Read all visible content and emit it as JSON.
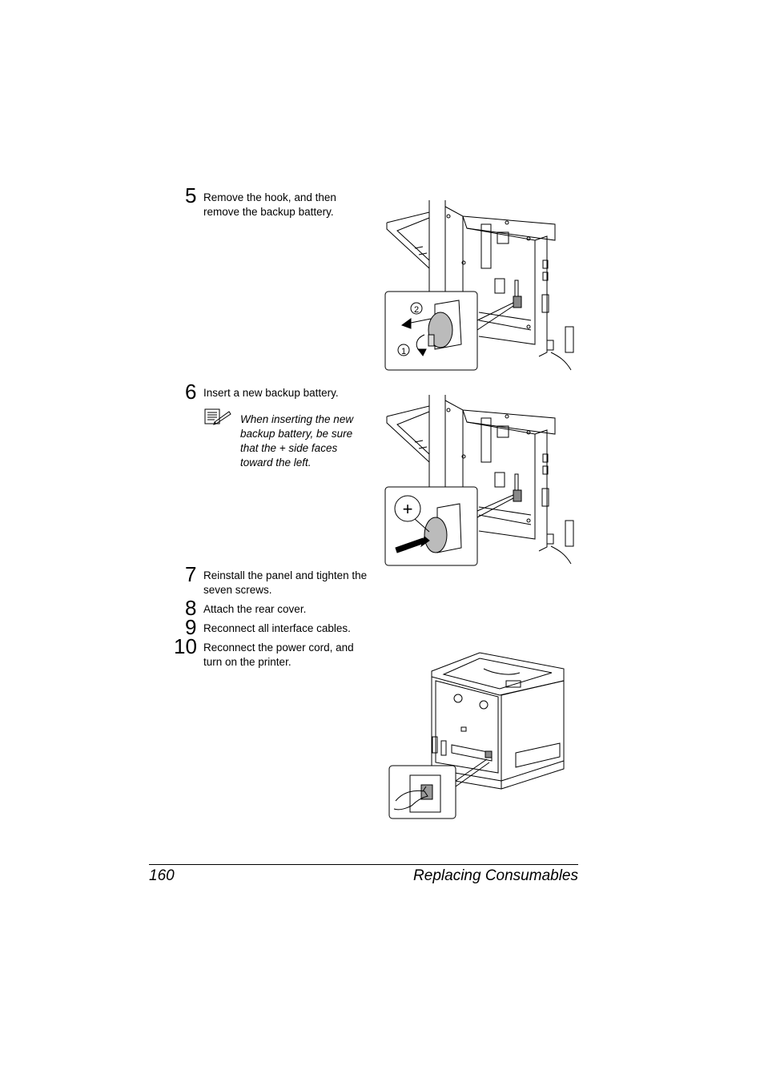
{
  "steps": [
    {
      "number": "5",
      "text": "Remove the hook, and then remove the backup battery."
    },
    {
      "number": "6",
      "text": "Insert a new backup battery."
    },
    {
      "number": "7",
      "text": "Reinstall the panel and tighten the seven screws."
    },
    {
      "number": "8",
      "text": "Attach the rear cover."
    },
    {
      "number": "9",
      "text": "Reconnect all interface cables."
    },
    {
      "number": "10",
      "text": "Reconnect the power cord, and turn on the printer."
    }
  ],
  "note": {
    "icon": "note-pencil-icon",
    "text": "When inserting the new backup battery, be sure that the + side faces toward the left."
  },
  "figures": {
    "remove_battery": {
      "callout_2": "2",
      "callout_1": "1"
    },
    "insert_battery": {
      "plus_label": "+"
    }
  },
  "footer": {
    "page_number": "160",
    "section_title": "Replacing Consumables"
  }
}
